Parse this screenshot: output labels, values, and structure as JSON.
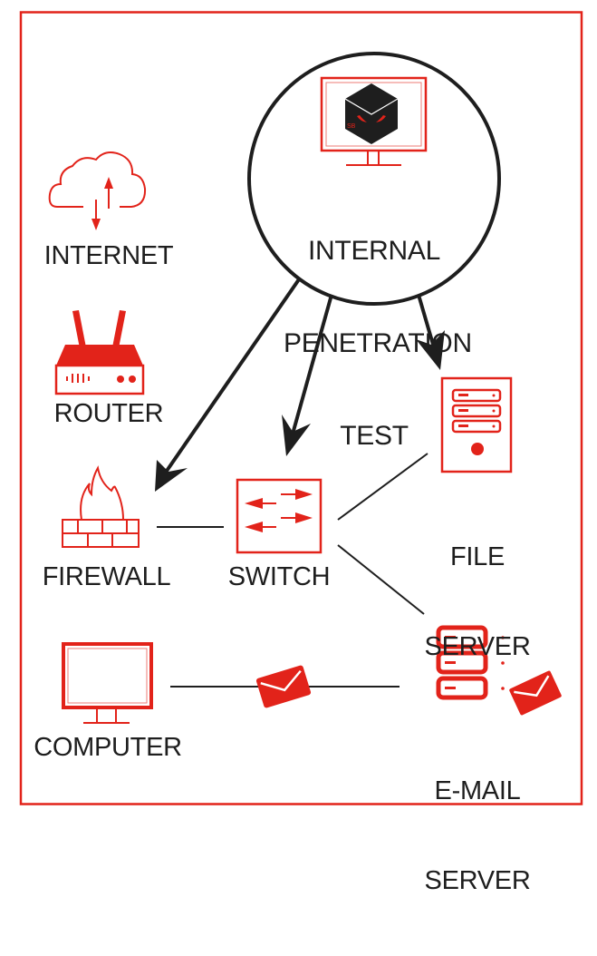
{
  "colors": {
    "accent": "#e2231a",
    "ink": "#1e1e1e",
    "background": "#ffffff"
  },
  "center": {
    "title_lines": [
      "INTERNAL",
      "PENETRATION",
      "TEST"
    ],
    "icon": "hacker-cube-monitor-icon",
    "cube_badge": "SB"
  },
  "nodes": {
    "internet": {
      "label": "INTERNET",
      "icon": "cloud-upload-download-icon"
    },
    "router": {
      "label": "ROUTER",
      "icon": "router-icon"
    },
    "firewall": {
      "label": "FIREWALL",
      "icon": "firewall-icon"
    },
    "switch": {
      "label": "SWITCH",
      "icon": "switch-icon"
    },
    "file_server": {
      "label_lines": [
        "FILE",
        "SERVER"
      ],
      "icon": "file-server-icon"
    },
    "email_server": {
      "label_lines": [
        "E-MAIL",
        "SERVER"
      ],
      "icon": "email-server-icon"
    },
    "computer": {
      "label": "COMPUTER",
      "icon": "monitor-icon"
    }
  },
  "edges": [
    {
      "from": "center",
      "to": "firewall",
      "type": "arrow"
    },
    {
      "from": "center",
      "to": "switch",
      "type": "arrow"
    },
    {
      "from": "center",
      "to": "file_server",
      "type": "arrow"
    },
    {
      "from": "firewall",
      "to": "switch",
      "type": "line"
    },
    {
      "from": "switch",
      "to": "file_server",
      "type": "line"
    },
    {
      "from": "switch",
      "to": "email_server",
      "type": "line"
    },
    {
      "from": "computer",
      "to": "email_server",
      "type": "line",
      "midpoint_icon": "envelope-icon"
    }
  ]
}
